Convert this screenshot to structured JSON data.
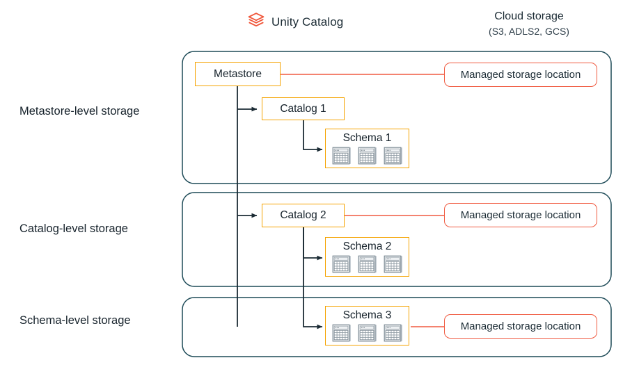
{
  "header": {
    "unity_catalog": {
      "label": "Unity Catalog",
      "icon": "layers-stack-icon",
      "color": "#f0563a"
    },
    "cloud_storage": {
      "title": "Cloud storage",
      "subtitle": "(S3, ADLS2, GCS)"
    }
  },
  "colors": {
    "entity_border": "#f5a300",
    "container_border": "#1d4a57",
    "connector_storage": "#f05a40",
    "connector_hierarchy": "#1b2b34",
    "text": "#1b2b34"
  },
  "rows": [
    {
      "label": "Metastore-level storage"
    },
    {
      "label": "Catalog-level storage"
    },
    {
      "label": "Schema-level storage"
    }
  ],
  "entities": [
    {
      "id": "metastore",
      "label": "Metastore",
      "type": "metastore"
    },
    {
      "id": "catalog-1",
      "label": "Catalog 1",
      "type": "catalog"
    },
    {
      "id": "schema-1",
      "label": "Schema 1",
      "type": "schema",
      "tables": 3
    },
    {
      "id": "catalog-2",
      "label": "Catalog 2",
      "type": "catalog"
    },
    {
      "id": "schema-2",
      "label": "Schema 2",
      "type": "schema",
      "tables": 3
    },
    {
      "id": "schema-3",
      "label": "Schema 3",
      "type": "schema",
      "tables": 3
    }
  ],
  "managed_storage": [
    {
      "id": "msl-metastore",
      "label": "Managed storage location"
    },
    {
      "id": "msl-catalog",
      "label": "Managed storage location"
    },
    {
      "id": "msl-schema",
      "label": "Managed storage location"
    }
  ]
}
